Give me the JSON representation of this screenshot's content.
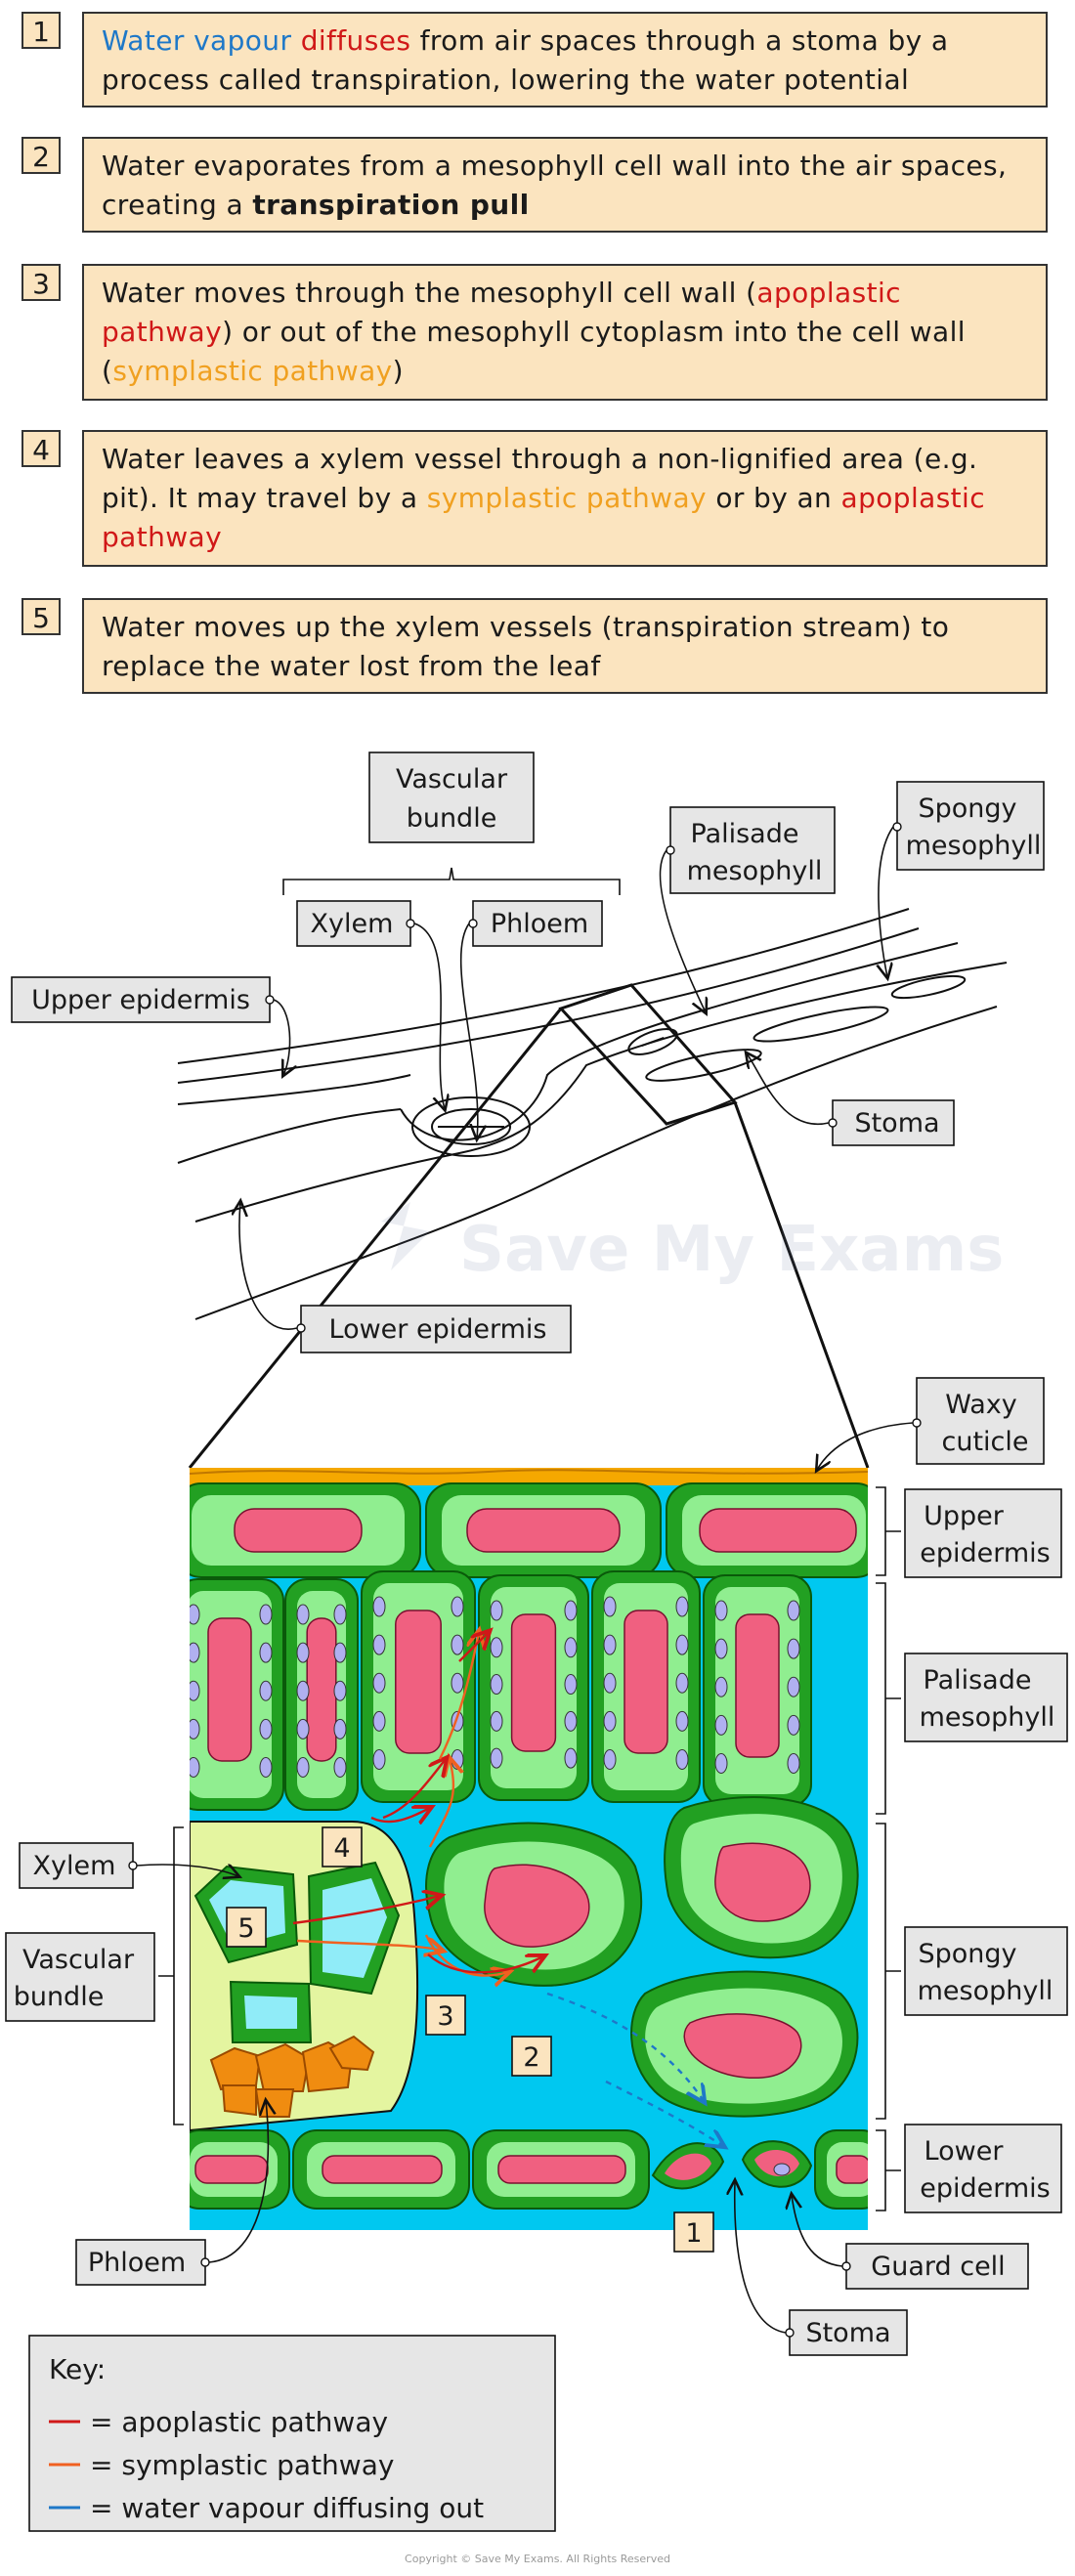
{
  "steps": [
    {
      "num": "1",
      "parts": [
        {
          "t": "Water vapour",
          "c": "blue"
        },
        {
          "t": " "
        },
        {
          "t": "diffuses",
          "c": "red"
        },
        {
          "t": " from air spaces through a stoma by a process called transpiration, lowering the water potential"
        }
      ]
    },
    {
      "num": "2",
      "parts": [
        {
          "t": "Water evaporates from a mesophyll cell wall into the air spaces, creating a "
        },
        {
          "t": "transpiration pull",
          "c": "bold"
        }
      ]
    },
    {
      "num": "3",
      "parts": [
        {
          "t": "Water moves through the mesophyll cell wall ("
        },
        {
          "t": "apoplastic pathway",
          "c": "red"
        },
        {
          "t": ") or out of the mesophyll cytoplasm into the cell wall ("
        },
        {
          "t": "symplastic pathway",
          "c": "orange"
        },
        {
          "t": ")"
        }
      ]
    },
    {
      "num": "4",
      "parts": [
        {
          "t": "Water leaves a xylem vessel through a non-lignified area (e.g. pit). It may travel by a "
        },
        {
          "t": "symplastic pathway",
          "c": "orange"
        },
        {
          "t": " or by an "
        },
        {
          "t": "apoplastic pathway",
          "c": "red"
        }
      ]
    },
    {
      "num": "5",
      "parts": [
        {
          "t": "Water moves up the xylem vessels (transpiration stream) to replace the water lost from the leaf"
        }
      ]
    }
  ],
  "leaf_labels": {
    "vascular_bundle_1": "Vascular",
    "vascular_bundle_2": "bundle",
    "xylem": "Xylem",
    "phloem": "Phloem",
    "palisade_1": "Palisade",
    "palisade_2": "mesophyll",
    "spongy_1": "Spongy",
    "spongy_2": "mesophyll",
    "upper_epidermis": "Upper epidermis",
    "stoma": "Stoma",
    "lower_epidermis": "Lower epidermis"
  },
  "cross_labels": {
    "waxy_1": "Waxy",
    "waxy_2": "cuticle",
    "upper_1": "Upper",
    "upper_2": "epidermis",
    "palisade_1": "Palisade",
    "palisade_2": "mesophyll",
    "spongy_1": "Spongy",
    "spongy_2": "mesophyll",
    "lower_1": "Lower",
    "lower_2": "epidermis",
    "guard_cell": "Guard cell",
    "stoma": "Stoma",
    "xylem": "Xylem",
    "vascular_1": "Vascular",
    "vascular_2": "bundle",
    "phloem": "Phloem"
  },
  "markers": {
    "m1": "1",
    "m2": "2",
    "m3": "3",
    "m4": "4",
    "m5": "5"
  },
  "key": {
    "title": "Key:",
    "items": [
      {
        "text": "= apoplastic pathway",
        "color": "#d01818"
      },
      {
        "text": "= symplastic pathway",
        "color": "#f06020"
      },
      {
        "text": "= water vapour diffusing out",
        "color": "#1e78c8"
      }
    ]
  },
  "watermark": "Save My Exams",
  "copyright": "Copyright © Save My Exams. All Rights Reserved",
  "colors": {
    "step_box": "#fbe4bf",
    "label_box": "#e6e6e6",
    "cuticle": "#f5a800",
    "cell_wall": "#22a022",
    "cytoplasm": "#90ee90",
    "vacuole": "#f06080",
    "chloroplast": "#b0b0f0",
    "air_space": "#00c8f0",
    "vascular": "#e4f5a0",
    "xylem": "#90ecf8",
    "phloem": "#f08c10"
  }
}
